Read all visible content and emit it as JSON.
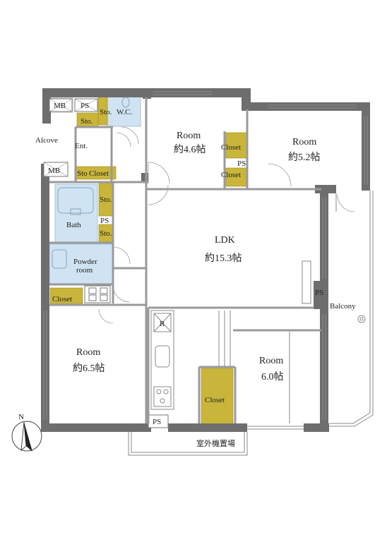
{
  "labels": {
    "mb_top": "MB",
    "ps_top": "PS",
    "sto_wc": "Sto.",
    "wc": "W.C.",
    "sto_ent": "Sto.",
    "alcove": "Alcove",
    "ent": "Ent.",
    "mb_mid": "MB",
    "sto_closet_a": "Sto",
    "sto_closet_b": "Closet",
    "bath": "Bath",
    "sto_a": "Sto.",
    "ps_mid": "PS",
    "sto_b": "Sto.",
    "powder_1": "Powder",
    "powder_2": "room",
    "closet_left": "Closet",
    "room46": "Room",
    "room46_size": "約4.6帖",
    "closet_mid": "Closet",
    "ps_closet": "PS",
    "closet_mid2": "Closet",
    "room52": "Room",
    "room52_size": "約5.2帖",
    "ldk": "LDK",
    "ldk_size": "約15.3帖",
    "ps_right": "PS",
    "balcony": "Balcony",
    "fridge": "R",
    "room65": "Room",
    "room65_size": "約6.5帖",
    "room60": "Room",
    "room60_size": "6.0帖",
    "closet_room60": "Closet",
    "ps_bottom": "PS",
    "outdoor_unit": "室外機置場",
    "north": "N"
  },
  "colors": {
    "wall": "#6e6e6e",
    "wet_area": "#cfe3f2",
    "closet": "#c9b53a"
  }
}
